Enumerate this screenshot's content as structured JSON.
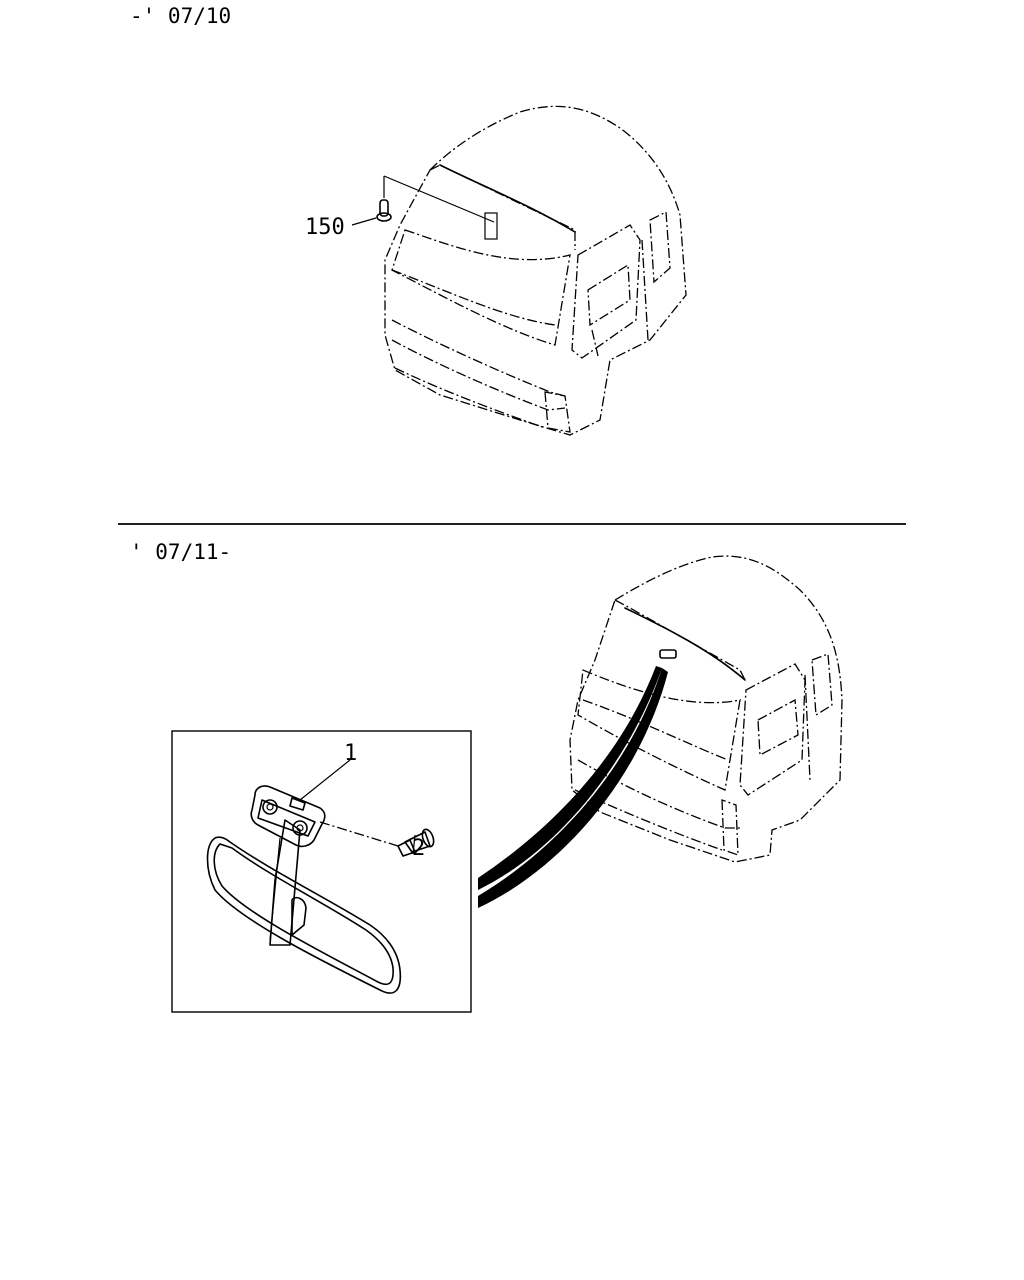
{
  "sections": [
    {
      "period_label": "-' 07/10",
      "callouts": [
        "150"
      ]
    },
    {
      "period_label": "' 07/11-",
      "callouts": [
        "1",
        "2"
      ]
    }
  ]
}
